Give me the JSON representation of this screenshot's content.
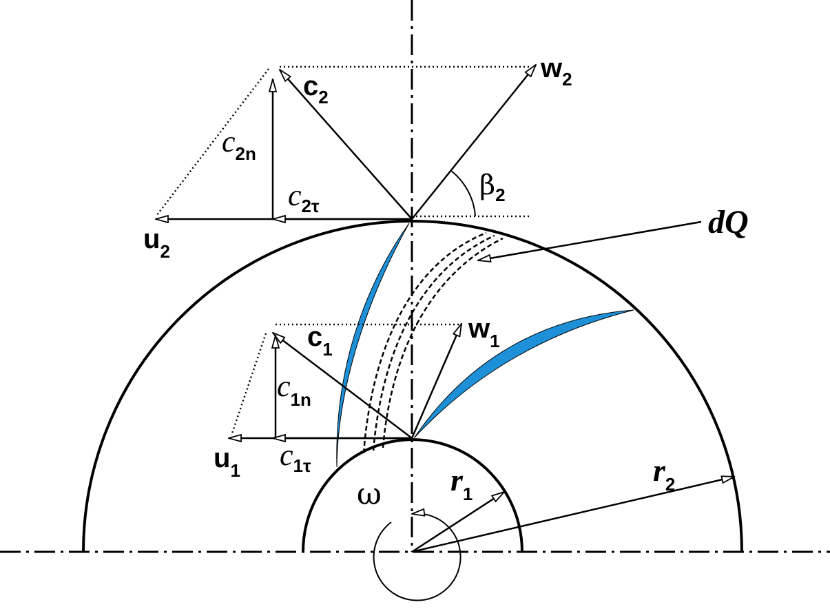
{
  "labels": {
    "w2": {
      "main": "w",
      "sub": "2"
    },
    "c2": {
      "main": "c",
      "sub": "2"
    },
    "c2n": {
      "main": "c",
      "sub": "2n"
    },
    "c2t": {
      "main": "c",
      "sub": "2τ"
    },
    "u2": {
      "main": "u",
      "sub": "2"
    },
    "beta2": {
      "main": "β",
      "sub": "2"
    },
    "dQ": "dQ",
    "w1": {
      "main": "w",
      "sub": "1"
    },
    "c1": {
      "main": "c",
      "sub": "1"
    },
    "c1n": {
      "main": "c",
      "sub": "1n"
    },
    "c1t": {
      "main": "c",
      "sub": "1τ"
    },
    "u1": {
      "main": "u",
      "sub": "1"
    },
    "omega": "ω",
    "r1": {
      "main": "r",
      "sub": "1"
    },
    "r2": {
      "main": "r",
      "sub": "2"
    }
  },
  "colors": {
    "blade": "#1e90d8",
    "line": "#000000"
  }
}
